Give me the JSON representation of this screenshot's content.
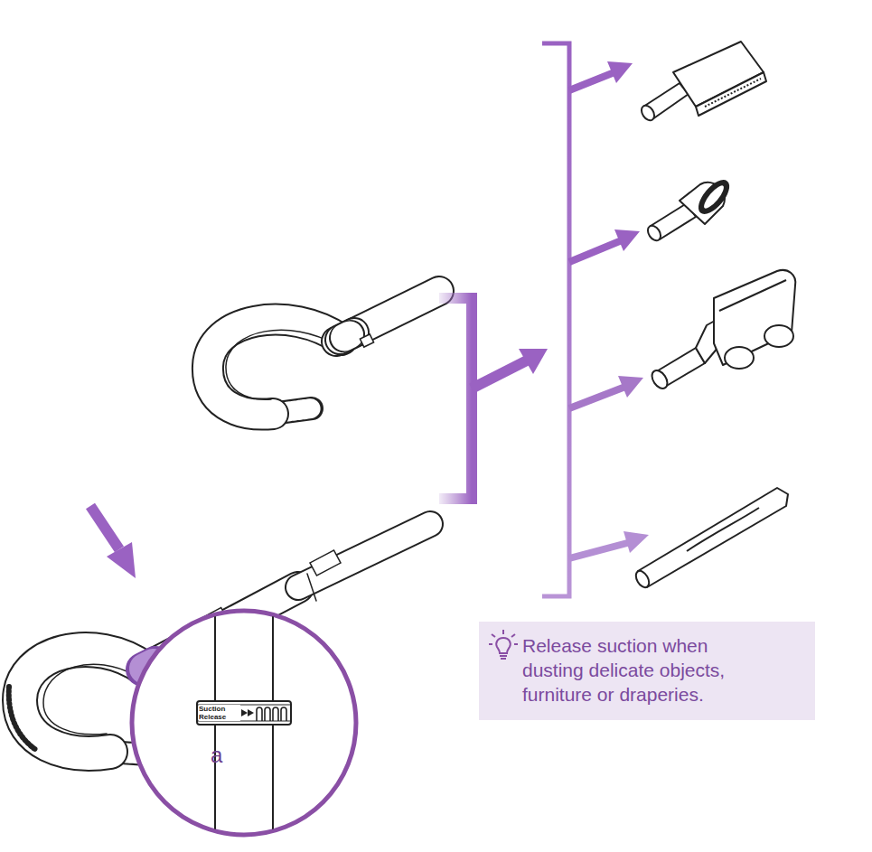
{
  "diagram": {
    "nodes": [
      {
        "text": [
          "Release suction when dusting delicate objects, furniture or draperies."
        ]
      }
    ],
    "labels": [
      "Suction Release",
      "a"
    ]
  }
}
